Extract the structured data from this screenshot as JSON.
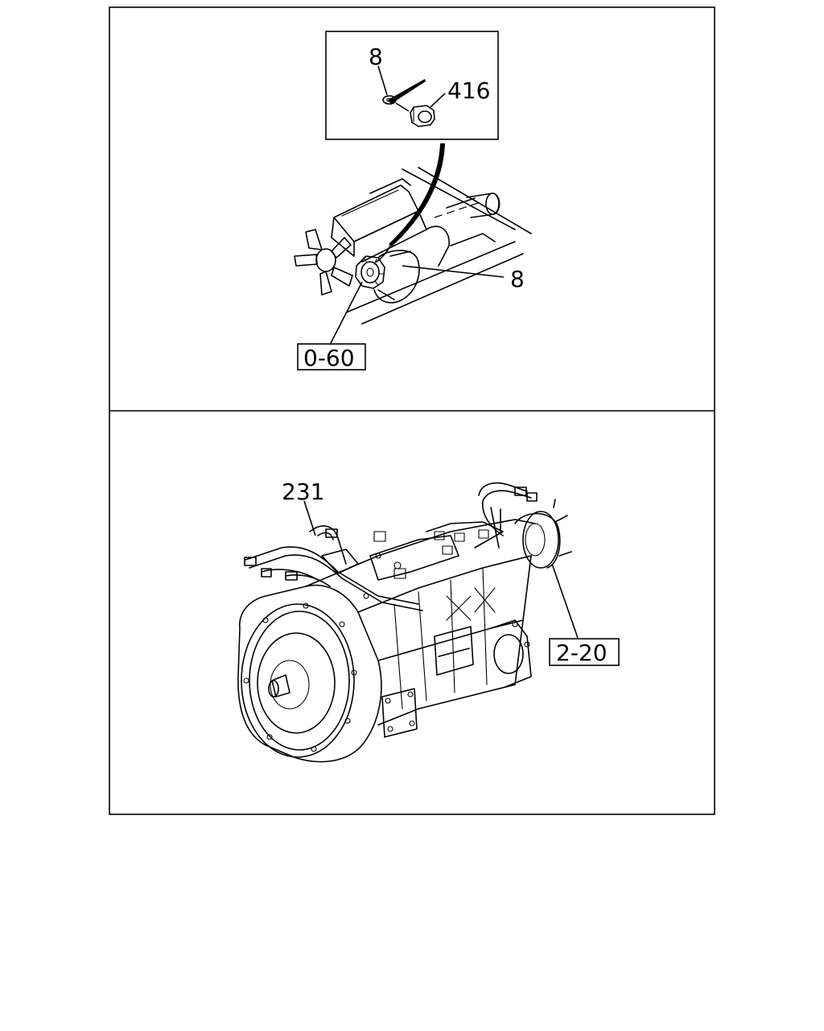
{
  "top_panel": {
    "detail_callouts": {
      "washer": "8",
      "nut": "416"
    },
    "engine_callout": "8",
    "reference": "0-60"
  },
  "bottom_panel": {
    "harness_callout": "231",
    "reference": "2-20"
  }
}
